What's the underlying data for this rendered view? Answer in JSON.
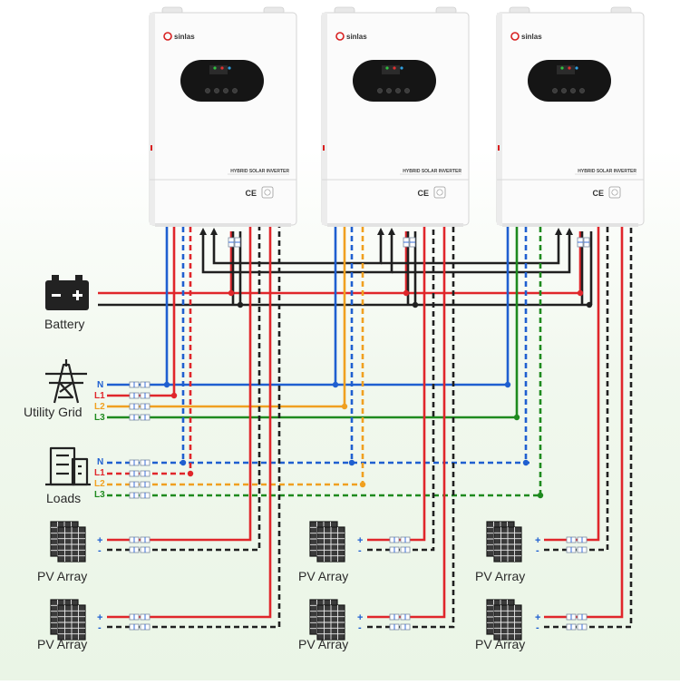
{
  "colors": {
    "line_blue": "#1f5fd0",
    "line_red": "#e0262b",
    "line_orange": "#f0a020",
    "line_green": "#1e8a1e",
    "line_black": "#202020",
    "inverter_body": "#fbfbfb",
    "display": "#151515",
    "brand_red": "#d82020",
    "label_text": "#2a2a2a"
  },
  "inverter": {
    "brand": "sinlas",
    "model_text": "HYBRID SOLAR INVERTER",
    "cert_mark": "CE",
    "count": 3
  },
  "sources": {
    "battery": {
      "label": "Battery",
      "icon": "battery-icon"
    },
    "utility_grid": {
      "label": "Utility Grid",
      "icon": "transmission-tower-icon",
      "phases": [
        "N",
        "L1",
        "L2",
        "L3"
      ]
    },
    "loads": {
      "label": "Loads",
      "icon": "building-icon",
      "phases": [
        "N",
        "L1",
        "L2",
        "L3"
      ]
    },
    "pv_arrays": [
      {
        "label": "PV Array",
        "plus": "+",
        "minus": "-"
      },
      {
        "label": "PV Array",
        "plus": "+",
        "minus": "-"
      },
      {
        "label": "PV Array",
        "plus": "+",
        "minus": "-"
      },
      {
        "label": "PV Array",
        "plus": "+",
        "minus": "-"
      },
      {
        "label": "PV Array",
        "plus": "+",
        "minus": "-"
      },
      {
        "label": "PV Array",
        "plus": "+",
        "minus": "-"
      }
    ]
  }
}
